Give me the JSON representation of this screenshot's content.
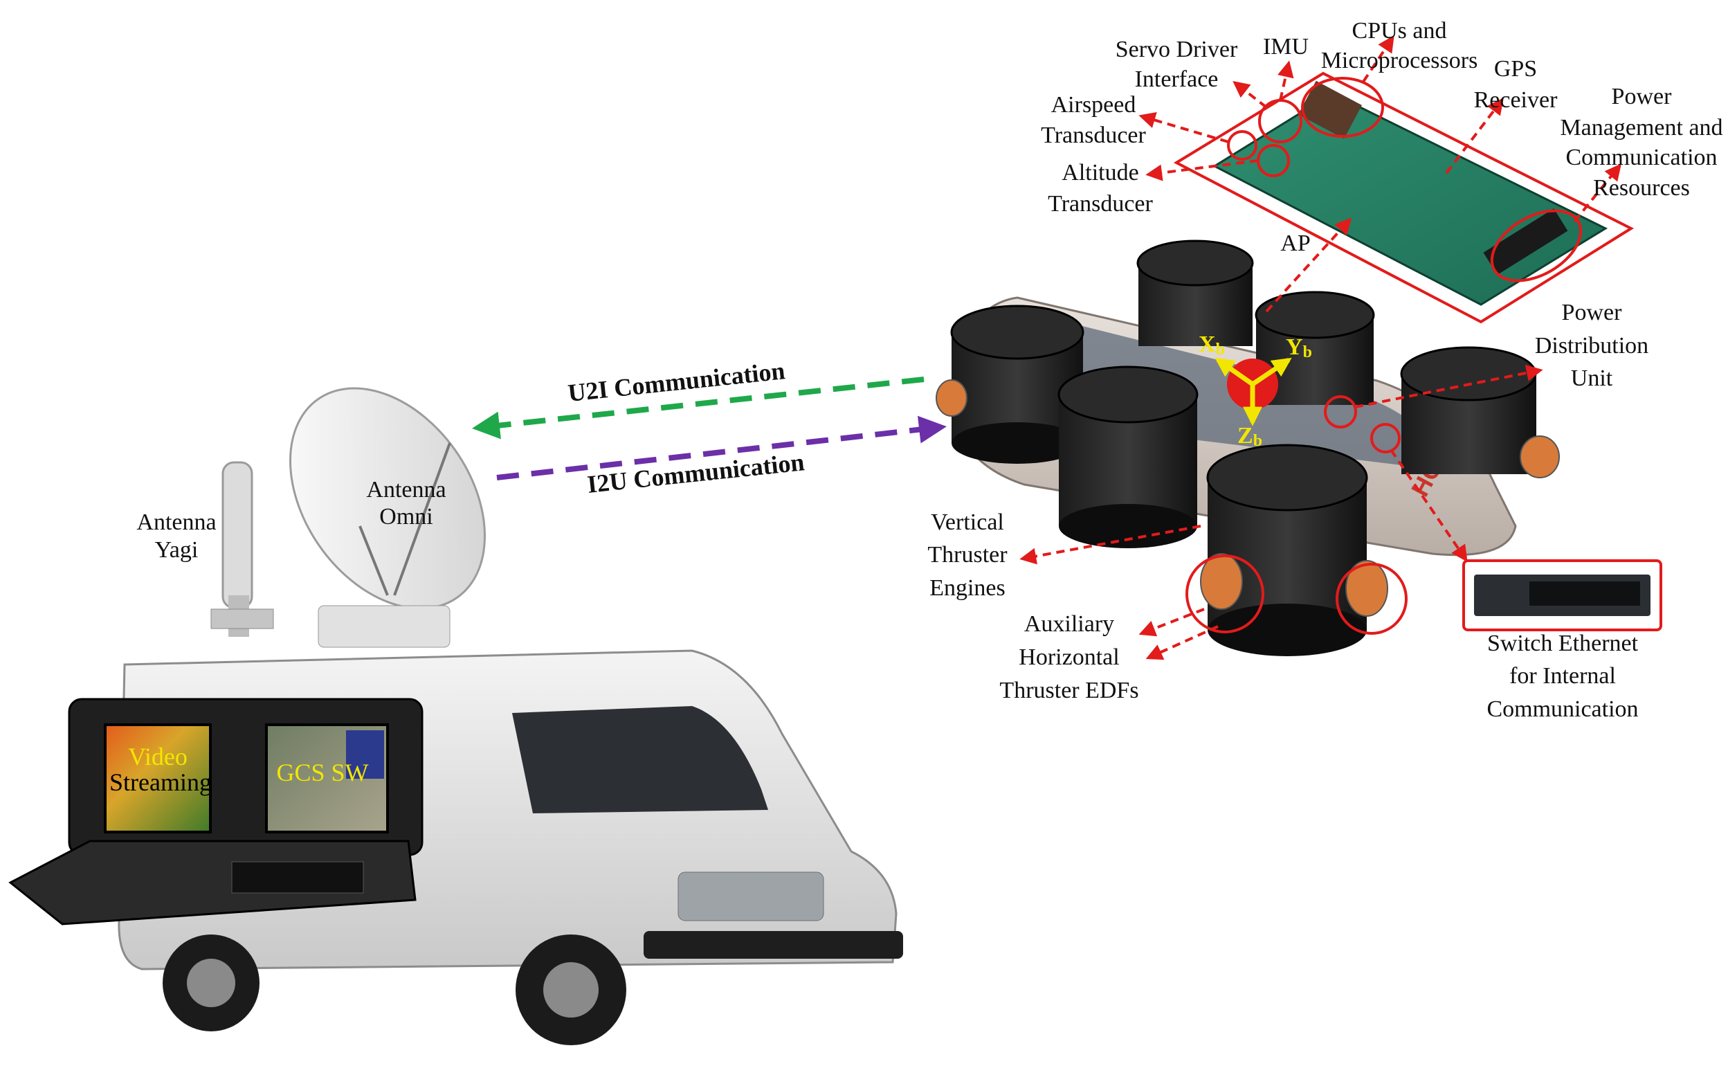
{
  "infrastructure": {
    "antenna_yagi": [
      "Antenna",
      "Yagi"
    ],
    "antenna_omni": [
      "Antenna",
      "Omni"
    ],
    "screen_left": [
      "Video",
      "Streaming"
    ],
    "screen_right": "GCS SW"
  },
  "links": {
    "u2i": "U2I Communication",
    "i2u": "I2U Communication"
  },
  "autopilot": {
    "servo": [
      "Servo Driver",
      "Interface"
    ],
    "imu": "IMU",
    "cpus": [
      "CPUs and",
      "Microprocessors"
    ],
    "gps": [
      "GPS",
      "Receiver"
    ],
    "power_mgmt": [
      "Power",
      "Management and",
      "Communication",
      "Resources"
    ],
    "airspeed": [
      "Airspeed",
      "Transducer"
    ],
    "altitude": [
      "Altitude",
      "Transducer"
    ],
    "ap": "AP"
  },
  "uav": {
    "axis_x": "X",
    "axis_y": "Y",
    "axis_z": "Z",
    "axis_sub": "b",
    "pdu": [
      "Power",
      "Distribution",
      "Unit"
    ],
    "vertical_thrusters": [
      "Vertical",
      "Thruster",
      "Engines"
    ],
    "aux_thrusters": [
      "Auxiliary",
      "Horizontal",
      "Thruster EDFs"
    ],
    "switch": [
      "Switch Ethernet",
      "for Internal",
      "Communication"
    ],
    "hull_brand": "HOPPER"
  },
  "colors": {
    "u2i_arrow": "#1fa84a",
    "i2u_arrow": "#6b2fa8",
    "callout": "#e21b1b",
    "axis": "#f2e600"
  }
}
